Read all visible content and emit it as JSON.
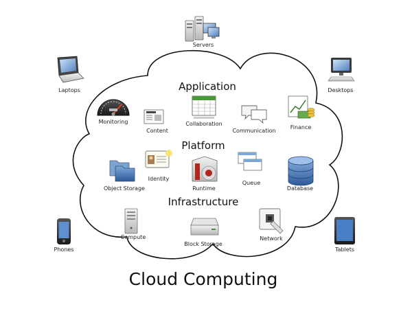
{
  "title": "Cloud Computing",
  "layers": {
    "application": "Application",
    "platform": "Platform",
    "infrastructure": "Infrastructure"
  },
  "devices": {
    "servers": "Servers",
    "laptops": "Laptops",
    "desktops": "Desktops",
    "phones": "Phones",
    "tablets": "Tablets"
  },
  "services": {
    "monitoring": "Monitoring",
    "content": "Content",
    "collaboration": "Collaboration",
    "communication": "Communication",
    "finance": "Finance",
    "object_storage": "Object Storage",
    "identity": "Identity",
    "runtime": "Runtime",
    "queue": "Queue",
    "database": "Database",
    "compute": "Compute",
    "block_storage": "Block Storage",
    "network": "Network"
  },
  "icons": {
    "servers": "servers-icon",
    "laptops": "laptop-icon",
    "desktops": "desktop-icon",
    "phones": "phone-icon",
    "tablets": "tablet-icon",
    "monitoring": "gauge-icon",
    "content": "newspaper-icon",
    "collaboration": "spreadsheet-icon",
    "communication": "chat-bubbles-icon",
    "finance": "finance-chart-icon",
    "object_storage": "folders-icon",
    "identity": "id-card-icon",
    "runtime": "runtime-icon",
    "queue": "windows-queue-icon",
    "database": "database-icon",
    "compute": "server-tower-icon",
    "block_storage": "hard-drive-icon",
    "network": "network-socket-icon"
  }
}
